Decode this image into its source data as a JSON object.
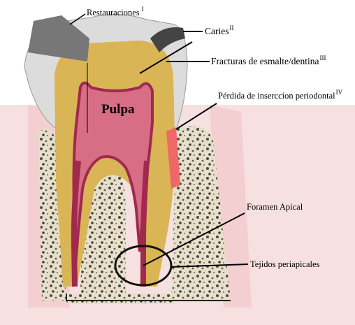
{
  "labels": {
    "restauraciones": {
      "text": "Restauraciones",
      "sup": "I"
    },
    "caries": {
      "text": "Caries",
      "sup": "II"
    },
    "fracturas": {
      "text": "Fracturas de esmalte/dentina",
      "sup": "III"
    },
    "perdida": {
      "text": "Pérdida de inserccíon periodontal",
      "sup": "IV"
    },
    "pulpa": {
      "text": "Pulpa"
    },
    "foramen": {
      "text": "Foramen Apical"
    },
    "tejidos": {
      "text": "Tejidos periapicales"
    }
  },
  "colors": {
    "enamel": "#dcdcdc",
    "dentin": "#d9b556",
    "pulp": "#d86d86",
    "canal": "#a0294e",
    "bone": "#e8dfc9",
    "gum": "#f4d6d6",
    "restoration": "#777777",
    "caries": "#444444",
    "periodontal_loss": "#f06767"
  }
}
